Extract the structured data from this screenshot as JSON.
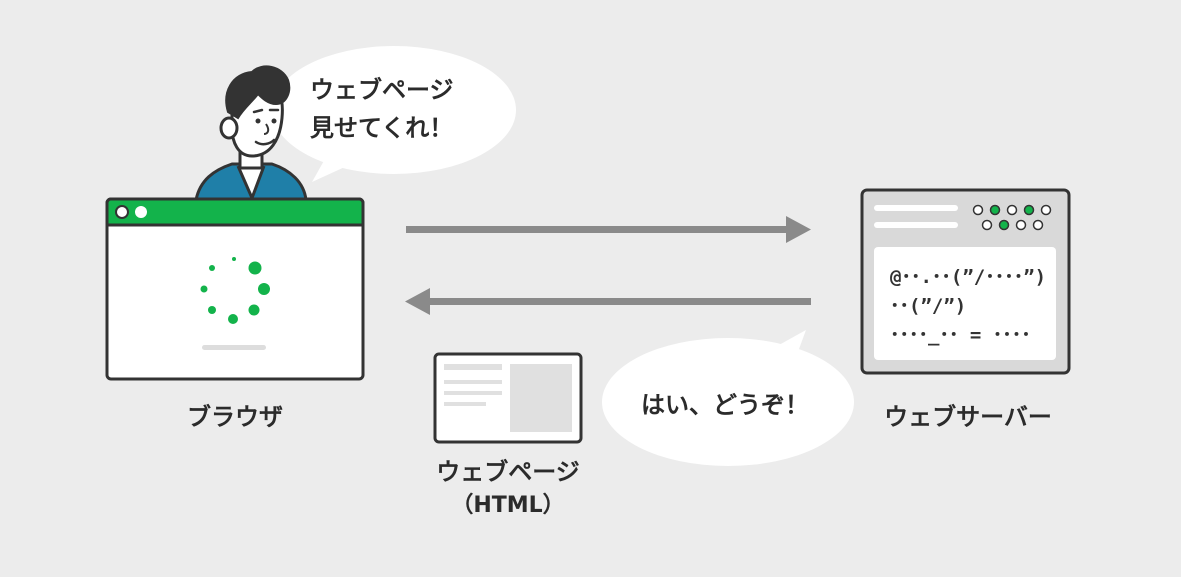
{
  "colors": {
    "background": "#ececec",
    "accent_green": "#13b34b",
    "arrow_gray": "#8a8a8a",
    "outline": "#333333",
    "server_gray": "#d9d9d9",
    "shirt_blue": "#1f7fa8"
  },
  "icons": {
    "person": "person-icon",
    "browser": "browser-window-icon",
    "spinner": "loading-spinner-icon",
    "server": "server-icon",
    "document": "web-page-document-icon",
    "request_arrow": "arrow-right-icon",
    "response_arrow": "arrow-left-icon"
  },
  "speech": {
    "request_line1": "ウェブページ",
    "request_line2": "見せてくれ！",
    "response": "はい、どうぞ！"
  },
  "labels": {
    "browser": "ブラウザ",
    "server": "ウェブサーバー",
    "document_title": "ウェブページ",
    "document_subtitle": "（HTML）"
  },
  "server_code": {
    "line1": "@･･.･･(”/････”)",
    "line2": "･･(”/”)",
    "line3": "････_･･ = ････"
  }
}
